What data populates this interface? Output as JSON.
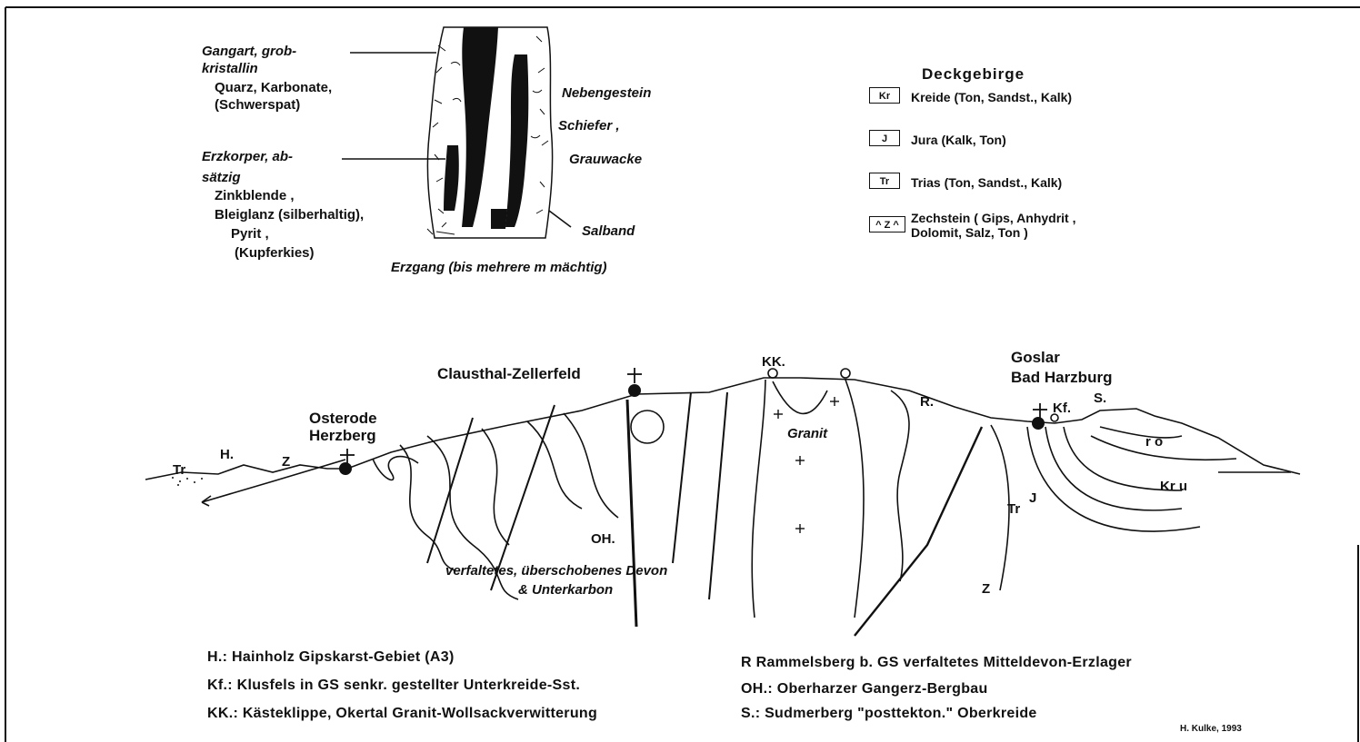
{
  "vein_labels": {
    "gangart": "Gangart, grob-",
    "gangart2": "kristallin",
    "quarz": "Quarz, Karbonate,",
    "schwerspat": "(Schwerspat)",
    "erzkoerper": "Erzkorper, ab-",
    "satzig": "sätzig",
    "zinkblende": "Zinkblende ,",
    "bleiglanz": "Bleiglanz (silberhaltig),",
    "pyrit": "Pyrit ,",
    "kupferkies": "(Kupferkies)",
    "nebengestein": "Nebengestein",
    "schiefer": "Schiefer ,",
    "grauwacke": "Grauwacke",
    "salband": "Salband",
    "erzgang": "Erzgang (bis mehrere m mächtig)"
  },
  "legend": {
    "title": "Deckgebirge",
    "items": [
      {
        "symbol": "Kr",
        "text": "Kreide (Ton, Sandst., Kalk)"
      },
      {
        "symbol": "J",
        "text": "Jura (Kalk, Ton)"
      },
      {
        "symbol": "Tr",
        "text": "Trias (Ton, Sandst., Kalk)"
      },
      {
        "symbol": "^ Z ^",
        "text": "Zechstein ( Gips, Anhydrit ,",
        "text2": "Dolomit, Salz, Ton )"
      }
    ]
  },
  "section_labels": {
    "clausthal": "Clausthal-Zellerfeld",
    "osterode": "Osterode",
    "herzberg": "Herzberg",
    "goslar": "Goslar",
    "harzburg": "Bad Harzburg",
    "kk": "KK.",
    "r": "R.",
    "kf": "Kf.",
    "s": "S.",
    "h": "H.",
    "tr_left": "Tr",
    "z_left": "Z",
    "oh": "OH.",
    "granit": "Granit",
    "devon1": "verfaltetes, überschobenes Devon",
    "devon2": "& Unterkarbon",
    "tr_right": "Tr",
    "j_right": "J",
    "kru": "Kr u",
    "kro": "r o",
    "z_right": "Z"
  },
  "footnotes": {
    "left": [
      "H.: Hainholz   Gipskarst-Gebiet (A3)",
      "Kf.: Klusfels in GS   senkr. gestellter Unterkreide-Sst.",
      "KK.: Kästeklippe, Okertal   Granit-Wollsackverwitterung"
    ],
    "right": [
      "R   Rammelsberg b. GS   verfaltetes Mitteldevon-Erzlager",
      "OH.: Oberharzer Gangerz-Bergbau",
      "S.: Sudmerberg   \"posttekton.\" Oberkreide"
    ],
    "credit": "H. Kulke, 1993"
  }
}
